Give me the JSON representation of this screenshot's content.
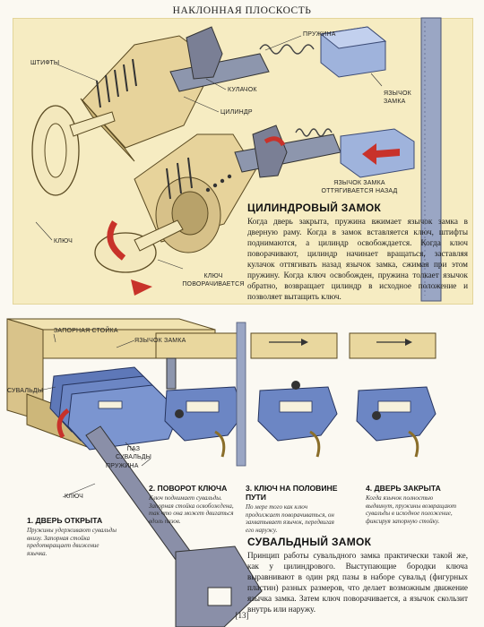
{
  "header": {
    "title": "НАКЛОННАЯ ПЛОСКОСТЬ"
  },
  "cylinder_labels": {
    "pins": "Штифты",
    "spring": "Пружина",
    "cam": "Кулачок",
    "cylinder": "Цилиндр",
    "latch_bolt": "Язычок замка",
    "bolt_pushed": "Язычок замка оттягивается назад",
    "key": "Ключ",
    "key_turns": "Ключ поворачивается"
  },
  "cylinder_section": {
    "title": "ЦИЛИНДРОВЫЙ ЗАМОК",
    "body": "Когда дверь закрыта, пружина вжимает язычок замка в дверную раму. Когда в замок вставляется ключ, штифты поднимаются, а цилиндр освобождается. Когда ключ поворачивают, цилиндр начинает вращаться, заставляя кулачок оттягивать назад язычок замка, сжимая при этом пружину. Когда ключ освобожден, пружина толкает язычок обратно, возвращает цилиндр в исходное положение и позволяет вытащить ключ."
  },
  "lever_labels": {
    "stump": "Запорная стойка",
    "bolt": "Язычок замка",
    "levers": "Сувальды",
    "lever_slot": "Паз сувальды",
    "spring": "Пружина",
    "key": "Ключ"
  },
  "steps": [
    {
      "title": "1. Дверь открыта",
      "text": "Пружины удерживают сувальды внизу. Запорная стойка предотвращает движение язычка."
    },
    {
      "title": "2. Поворот ключа",
      "text": "Ключ поднимает сувальды. Запорная стойка освобождена, так что она может двигаться вдоль пазов."
    },
    {
      "title": "3. Ключ на половине пути",
      "text": "По мере того как ключ продолжает поворачиваться, он захватывает язычок, передвигая его наружу."
    },
    {
      "title": "4. Дверь закрыта",
      "text": "Когда язычок полностью выдвинут, пружины возвращают сувальды в исходное положение, фиксируя запорную стойку."
    }
  ],
  "lever_section": {
    "title": "СУВАЛЬДНЫЙ ЗАМОК",
    "body": "Принцип работы сувальдного замка практически такой же, как у цилиндрового. Выступающие бородки ключа выравнивают в один ряд пазы в наборе сувальд (фигурных пластин) разных размеров, что делает возможным движение язычка замка. Затем ключ поворачивается, а язычок скользит внутрь или наружу."
  },
  "footer": {
    "page": "[13]"
  },
  "colors": {
    "panel": "#f6ecc2",
    "lever_blue": "#5e78b8",
    "arrow_red": "#c8322a",
    "metal": "#8a8fa8",
    "brass": "#d9c38a"
  }
}
